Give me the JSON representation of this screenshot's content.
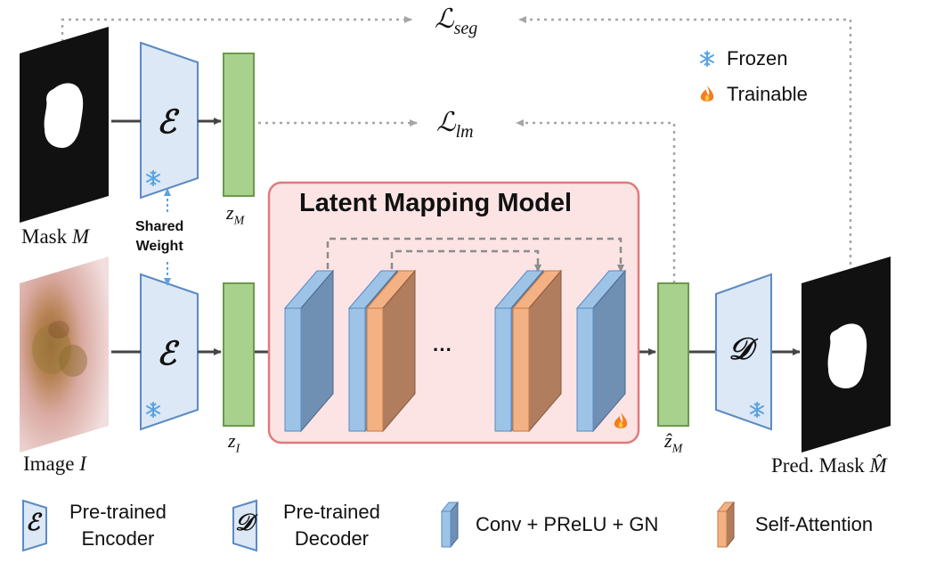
{
  "diagram": {
    "title": "Latent Mapping Model",
    "inputs": {
      "mask_caption_prefix": "Mask",
      "mask_caption_var": "M",
      "image_caption_prefix": "Image",
      "image_caption_var": "I"
    },
    "output": {
      "caption_prefix": "Pred. Mask",
      "caption_var": "M̂"
    },
    "encoder_symbol": "ℰ",
    "decoder_symbol": "𝒟",
    "shared_weight_line1": "Shared",
    "shared_weight_line2": "Weight",
    "latents": {
      "zm_main": "z",
      "zm_sub": "M",
      "zi_main": "z",
      "zi_sub": "I",
      "zhat_main": "ẑ",
      "zhat_sub": "M"
    },
    "losses": {
      "seg_main": "ℒ",
      "seg_sub": "seg",
      "lm_main": "ℒ",
      "lm_sub": "lm"
    },
    "ellipsis": "···",
    "status_legend": {
      "frozen": "Frozen",
      "trainable": "Trainable"
    },
    "legend": {
      "encoder_line1": "Pre-trained",
      "encoder_line2": "Encoder",
      "decoder_line1": "Pre-trained",
      "decoder_line2": "Decoder",
      "conv": "Conv + PReLU + GN",
      "attention": "Self-Attention"
    },
    "icons": {
      "frozen": "snowflake-icon",
      "trainable": "flame-icon"
    },
    "colors": {
      "trapezoid_fill": "#dce8f5",
      "trapezoid_stroke": "#5b8ac4",
      "latent_fill": "#a9d18e",
      "latent_stroke": "#6b9a4a",
      "lmm_fill": "#fce4e4",
      "lmm_stroke": "#e07b7b",
      "conv_front": "#6f8fb3",
      "conv_side": "#9dc3e6",
      "attn_front": "#b07d5e",
      "attn_side": "#f4b183",
      "snowflake": "#5ba3e0",
      "flame": "#f57c1f",
      "arrow": "#444444",
      "dotted": "#a6a6a6"
    }
  }
}
